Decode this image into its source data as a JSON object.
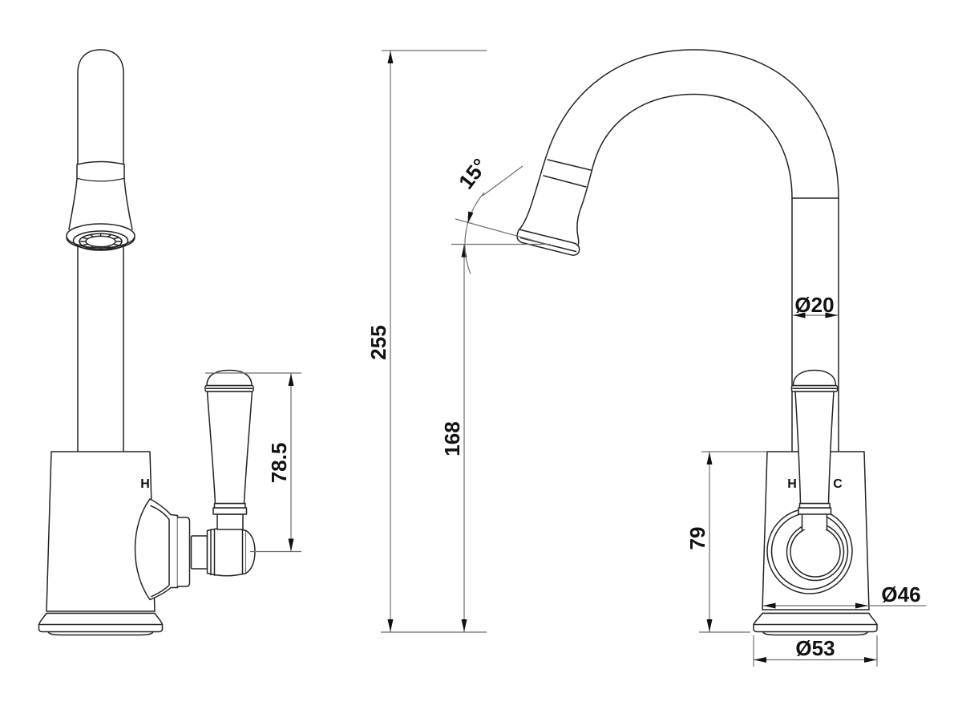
{
  "drawing": {
    "title": "Faucet dimensional drawing - two views",
    "background": "#ffffff",
    "line_color": "#242424",
    "dim_color": "#6e6e6e",
    "views": {
      "left": {
        "hot_label": "H"
      },
      "right": {
        "hot_label": "H",
        "cold_label": "C"
      }
    },
    "dimensions": {
      "overall_height": "255",
      "outlet_height": "168",
      "outlet_angle": "15°",
      "spout_diameter": "Ø20",
      "handle_height": "78.5",
      "body_height": "79",
      "body_diameter": "Ø46",
      "base_diameter": "Ø53"
    }
  }
}
